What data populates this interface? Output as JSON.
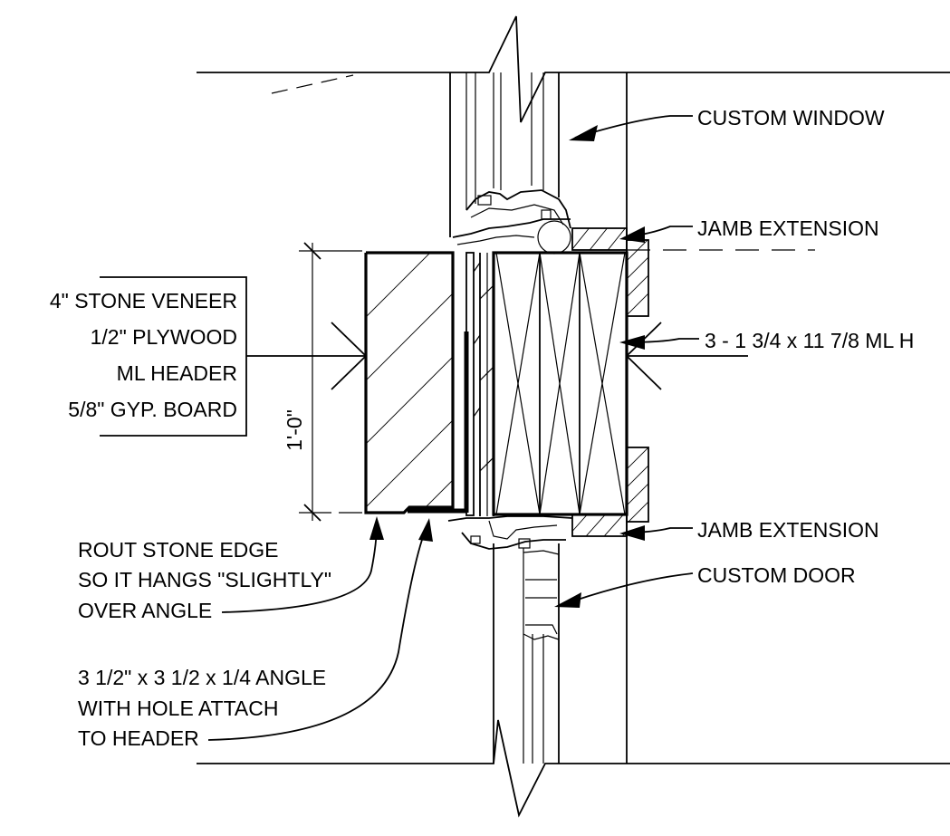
{
  "labels": {
    "custom_window": "CUSTOM WINDOW",
    "jamb_extension_top": "JAMB EXTENSION",
    "header_spec": "3 - 1 3/4 x 11 7/8 ML H",
    "jamb_extension_bottom": "JAMB EXTENSION",
    "custom_door": "CUSTOM DOOR"
  },
  "wall_layers": {
    "line1": "4\" STONE VENEER",
    "line2": "1/2\" PLYWOOD",
    "line3": "ML HEADER",
    "line4": "5/8\" GYP. BOARD"
  },
  "dimension": "1'-0\"",
  "rout_note": {
    "line1": "ROUT STONE EDGE",
    "line2": "SO IT HANGS \"SLIGHTLY\"",
    "line3": "OVER ANGLE"
  },
  "angle_note": {
    "line1": "3 1/2\" x 3 1/2 x 1/4 ANGLE",
    "line2": "WITH HOLE ATTACH",
    "line3": "TO HEADER"
  }
}
